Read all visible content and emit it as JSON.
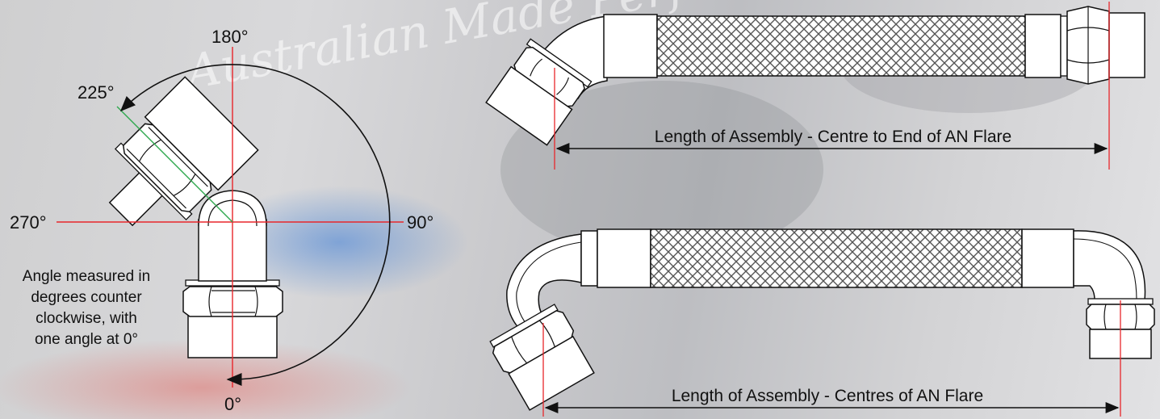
{
  "background": {
    "watermark_text": "Australian Made Performance Hose",
    "colors": {
      "base": "#d2d2d4",
      "accent_red": "#e2564f",
      "accent_blue": "#3a7bd5"
    }
  },
  "angle_diagram": {
    "angle_0": "0°",
    "angle_90": "90°",
    "angle_180": "180°",
    "angle_225": "225°",
    "angle_270": "270°",
    "note_lines": [
      "Angle measured in",
      "degrees counter",
      "clockwise, with",
      "one angle at 0°"
    ],
    "axis_color": "#e8262b",
    "rotation_line_color": "#2fa84f"
  },
  "top_assembly": {
    "dimension_label": "Length of Assembly - Centre to End of AN Flare"
  },
  "bottom_assembly": {
    "dimension_label": "Length of Assembly - Centres of AN Flare"
  }
}
